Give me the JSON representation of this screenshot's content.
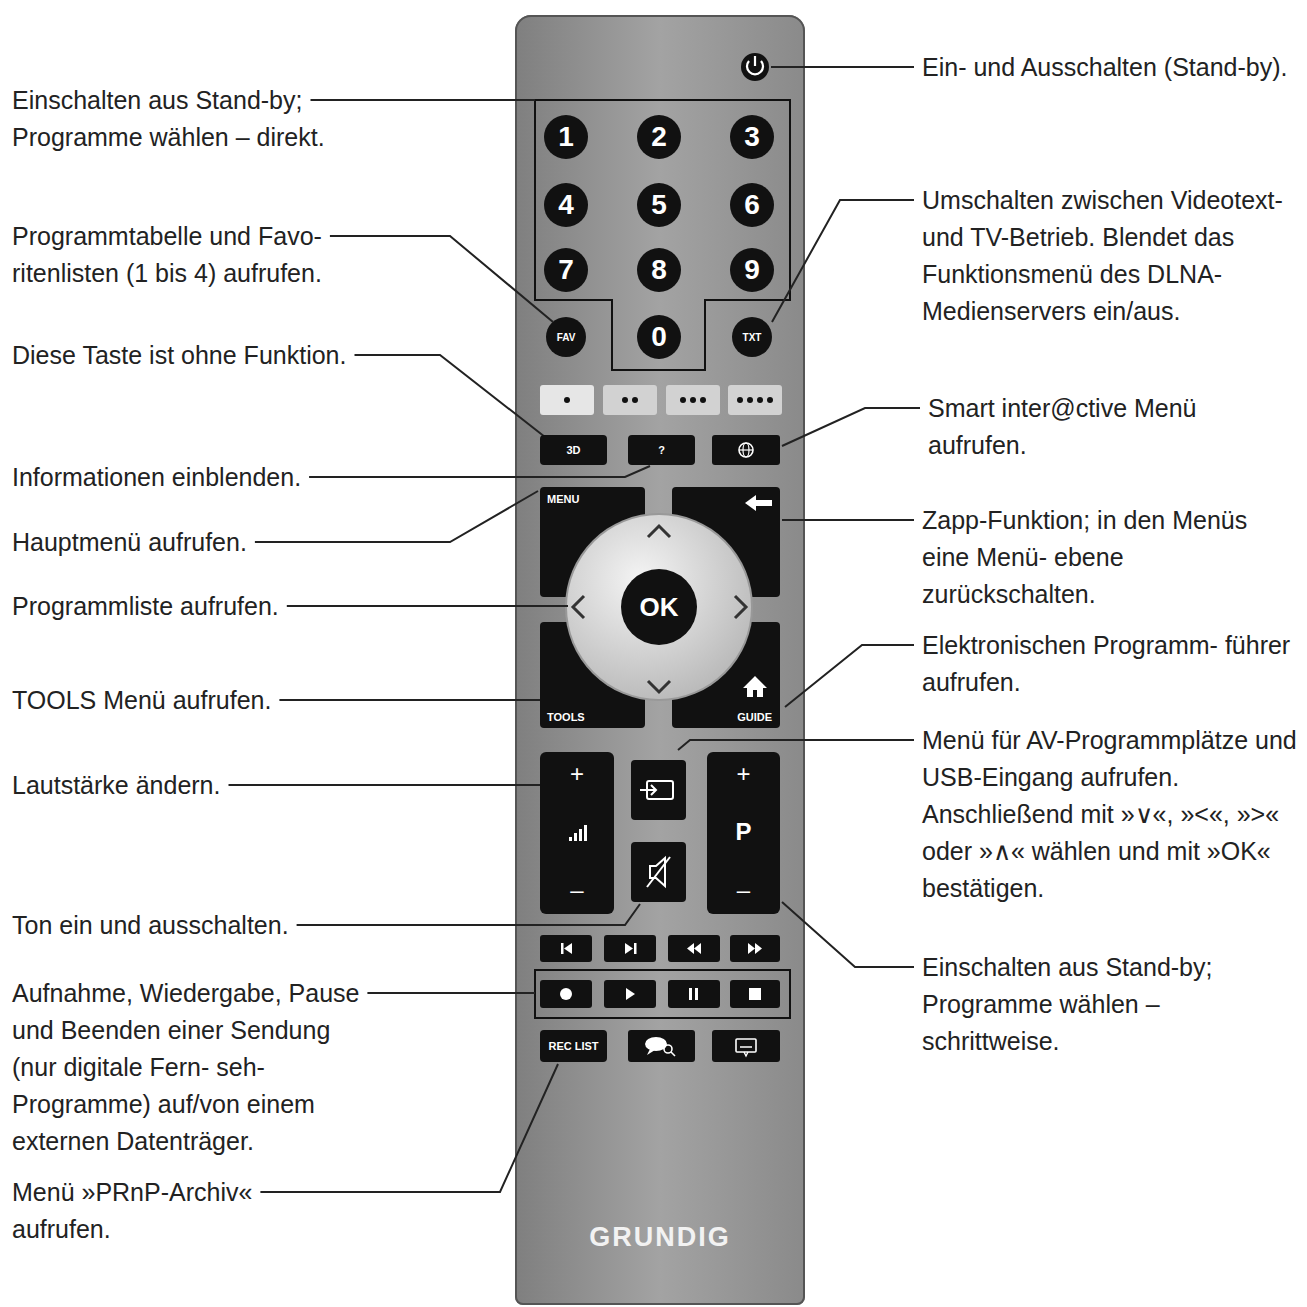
{
  "diagram": {
    "nodes": [
      {
        "text": [
          "GRUNDIG"
        ]
      },
      {
        "text": [
          "1"
        ],
        "in": 0
      },
      {
        "text": [
          "2"
        ],
        "in": 0
      },
      {
        "text": [
          "3"
        ],
        "in": 0
      },
      {
        "text": [
          "4"
        ],
        "in": 0
      },
      {
        "text": [
          "5"
        ],
        "in": 0
      },
      {
        "text": [
          "6"
        ],
        "in": 0
      },
      {
        "text": [
          "7"
        ],
        "in": 0
      },
      {
        "text": [
          "8"
        ],
        "in": 0
      },
      {
        "text": [
          "9"
        ],
        "in": 0
      },
      {
        "text": [
          "FAV"
        ],
        "in": 0
      },
      {
        "text": [
          "0"
        ],
        "in": 0
      },
      {
        "text": [
          "TXT"
        ],
        "in": 0
      },
      {
        "text": [
          "3D"
        ],
        "in": 0
      },
      {
        "text": [
          "?"
        ],
        "in": 0
      },
      {
        "text": [
          "MENU"
        ],
        "in": 0
      },
      {
        "text": [
          "OK"
        ],
        "in": 0
      },
      {
        "text": [
          "TOOLS"
        ],
        "in": 0
      },
      {
        "text": [
          "GUIDE"
        ],
        "in": 0
      },
      {
        "text": [
          "+",
          "–"
        ],
        "in": 0
      },
      {
        "text": [
          "+",
          "P",
          "–"
        ],
        "in": 0
      },
      {
        "text": [
          "REC LIST"
        ],
        "in": 0
      }
    ],
    "labels": [
      "Einschalten aus Stand-by; Programme wählen – direkt.",
      "Programmtabelle und Favo- ritenlisten (1 bis 4) aufrufen.",
      "Diese Taste ist ohne Funktion.",
      "Informationen einblenden.",
      "Hauptmenü aufrufen.",
      "Programmliste aufrufen.",
      "TOOLS Menü aufrufen.",
      "Lautstärke ändern.",
      "Ton ein und ausschalten.",
      "Aufnahme, Wiedergabe, Pause und Beenden einer Sendung (nur digitale Fern- seh-Programme) auf/von einem externen Datenträger.",
      "Menü »PRnP-Archiv« aufrufen.",
      "Ein- und Ausschalten (Stand-by).",
      "Umschalten zwischen Videotext- und TV-Betrieb. Blendet das Funktionsmenü des DLNA-Medienservers ein/aus.",
      "Smart inter@ctive Menü aufrufen.",
      "Zapp-Funktion; in den Menüs eine Menü- ebene zurückschalten.",
      "Elektronischen Programm- führer aufrufen.",
      "Menü für AV-Programmplätze und USB-Eingang aufrufen. Anschließend mit »∨«, »<«, »>« oder »∧« wählen und mit »OK« bestätigen.",
      "Einschalten aus Stand-by; Programme wählen – schrittweise."
    ]
  }
}
